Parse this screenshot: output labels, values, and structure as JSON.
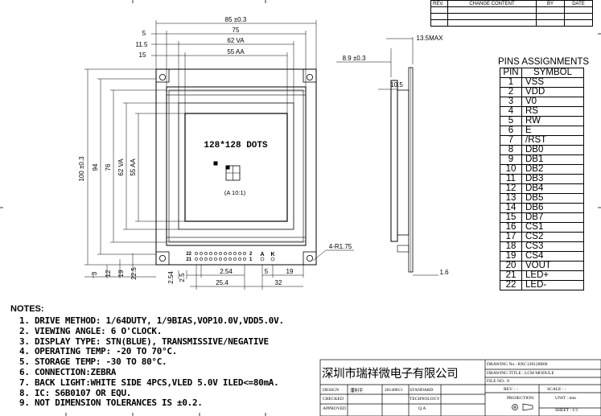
{
  "revision_block": {
    "rev": "REV.",
    "change_content": "CHANGE CONTENT",
    "by": "BY",
    "date": "DATE"
  },
  "dimensions": {
    "w85": "85 ±0.3",
    "w75": "75",
    "w62va": "62 VA",
    "w55aa": "55 AA",
    "d5": "5",
    "d11_5": "11.5",
    "d15": "15",
    "h100": "100 ±0.3",
    "h94": "94",
    "h76": "76",
    "h62va": "62 VA",
    "h55aa": "55 AA",
    "b3": "3",
    "b12": "12",
    "b19": "19",
    "b22_5": "22.5",
    "p2_54": "2.54",
    "p2_5": "2.5",
    "pitch2_54": "2.54",
    "d25_4": "25.4",
    "ak5": "5",
    "d19": "19",
    "d32": "32",
    "hole": "4-R1.75",
    "side_8_9": "8.9 ±0.3",
    "side_13_5": "13.5MAX",
    "side_10_5": "10.5",
    "side_1_6": "1.6"
  },
  "lcd": {
    "dots": "128*128 DOTS",
    "detail": "(A 10:1)",
    "pin_row_top": "22",
    "pin_row_bottom": "21",
    "pin_row_right_top": "2",
    "pin_row_right_bottom": "1",
    "led_a": "A",
    "led_k": "K"
  },
  "pins_title": "PINS ASSIGNMENTS",
  "pins_header": {
    "pin": "PIN",
    "symbol": "SYMBOL"
  },
  "pins": [
    {
      "pin": "1",
      "symbol": "VSS"
    },
    {
      "pin": "2",
      "symbol": "VDD"
    },
    {
      "pin": "3",
      "symbol": "V0"
    },
    {
      "pin": "4",
      "symbol": "RS"
    },
    {
      "pin": "5",
      "symbol": "RW"
    },
    {
      "pin": "6",
      "symbol": "E"
    },
    {
      "pin": "7",
      "symbol": "/RST"
    },
    {
      "pin": "8",
      "symbol": "DB0"
    },
    {
      "pin": "9",
      "symbol": "DB1"
    },
    {
      "pin": "10",
      "symbol": "DB2"
    },
    {
      "pin": "11",
      "symbol": "DB3"
    },
    {
      "pin": "12",
      "symbol": "DB4"
    },
    {
      "pin": "13",
      "symbol": "DB5"
    },
    {
      "pin": "14",
      "symbol": "DB6"
    },
    {
      "pin": "15",
      "symbol": "DB7"
    },
    {
      "pin": "16",
      "symbol": "CS1"
    },
    {
      "pin": "17",
      "symbol": "CS2"
    },
    {
      "pin": "18",
      "symbol": "CS3"
    },
    {
      "pin": "19",
      "symbol": "CS4"
    },
    {
      "pin": "20",
      "symbol": "VOUT"
    },
    {
      "pin": "21",
      "symbol": "LED+"
    },
    {
      "pin": "22",
      "symbol": "LED-"
    }
  ],
  "notes_title": "NOTES:",
  "notes": [
    "1. DRIVE METHOD: 1/64DUTY, 1/9BIAS,VOP10.0V,VDD5.0V.",
    "2. VIEWING ANGLE: 6 O'CLOCK.",
    "3. DISPLAY TYPE: STN(BLUE), TRANSMISSIVE/NEGATIVE",
    "4. OPERATING TEMP: -20 TO 70°C.",
    "5. STORAGE TEMP: -30 TO 80°C.",
    "6. CONNECTION:ZEBRA",
    "7. BACK LIGHT:WHITE SIDE 4PCS,VLED 5.0V ILED<=80mA.",
    "8. IC: S6B0107 OR EQU.",
    "9. NOT DIMENSION TOLERANCES IS ±0.2."
  ],
  "title_block": {
    "company": "深圳市瑞祥微电子有限公司",
    "drawing_no": "DRAWING No.: RXC128128B00",
    "drawing_title": "DRAWING TITLE : LCM MODULE",
    "file_no": "FILE NO.: 8",
    "design": "DESIGN",
    "designer": "潘利平",
    "date": "20140813",
    "standard": "STANDARD",
    "checked": "CHECKED",
    "technology": "TECHNOLOGY",
    "approved": "APPROVED",
    "qa": "Q.A",
    "rev": "REV. : -",
    "scale": "SCALE : -",
    "projection": "PROJECTION:",
    "unit": "UNIT : mm",
    "sheet": "SHEET : 1/1"
  }
}
